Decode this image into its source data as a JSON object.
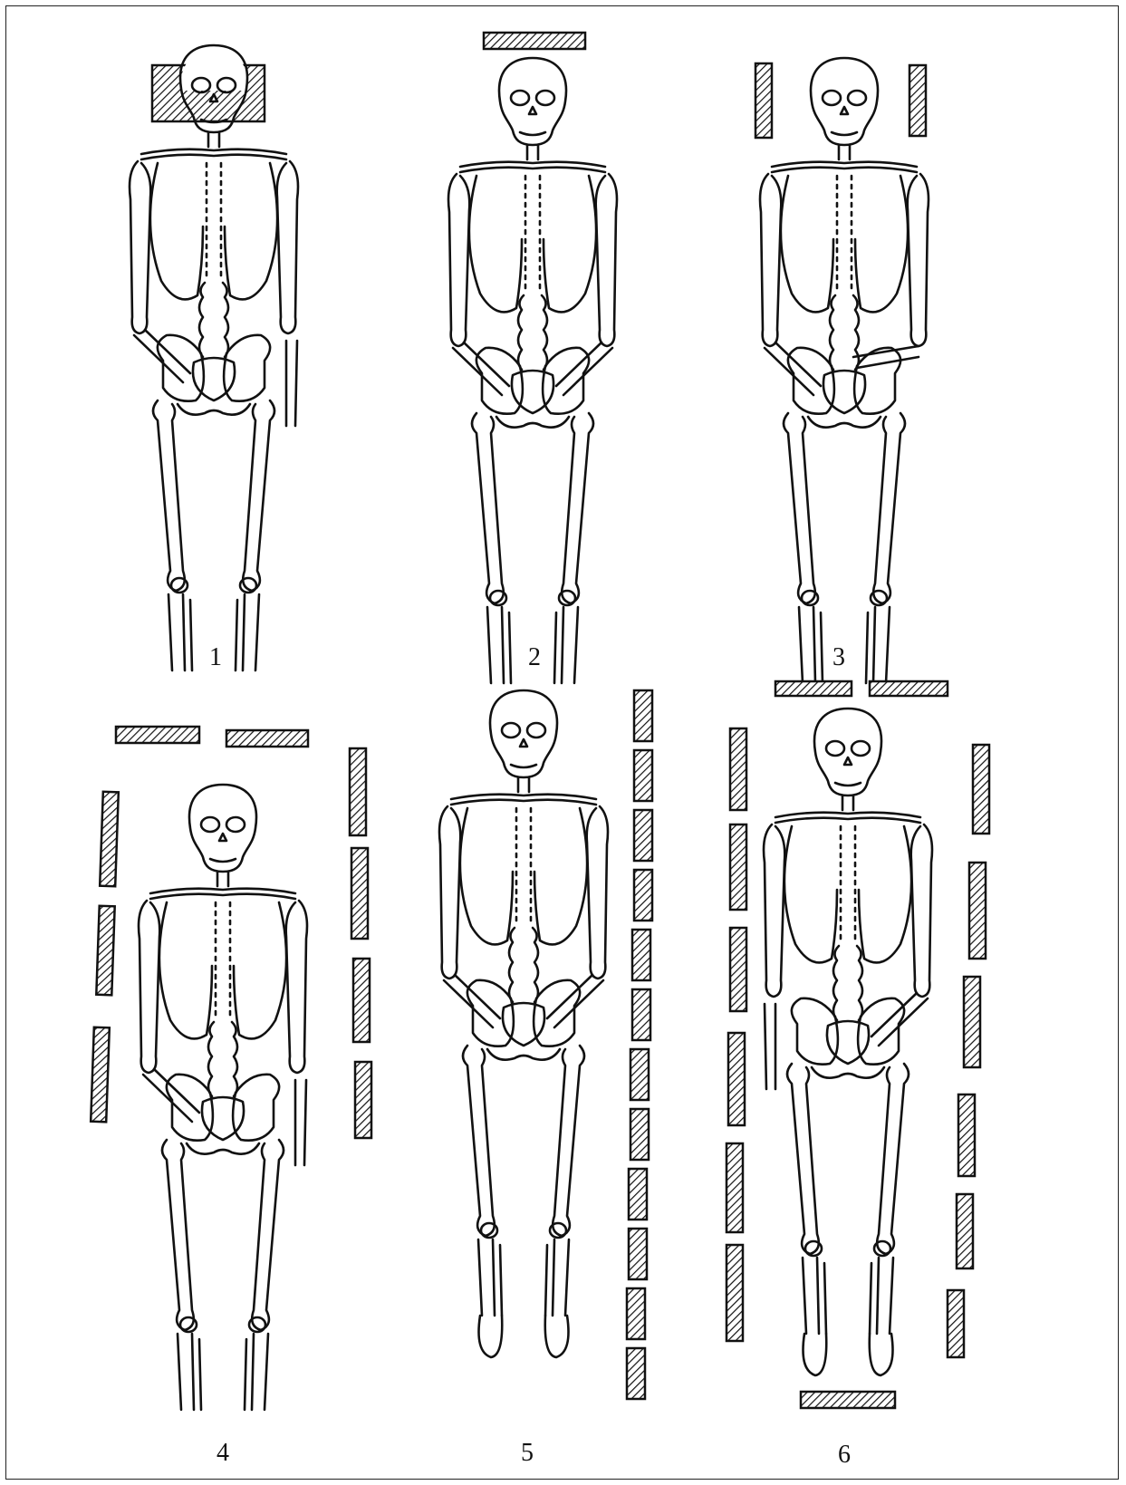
{
  "figures": [
    {
      "label": "1",
      "brick_layout": "head-enclosure"
    },
    {
      "label": "2",
      "brick_layout": "single-brick-above-head"
    },
    {
      "label": "3",
      "brick_layout": "two-bricks-beside-head"
    },
    {
      "label": "4",
      "brick_layout": "two-above-head-and-side-rows"
    },
    {
      "label": "5",
      "brick_layout": "single-column-right"
    },
    {
      "label": "6",
      "brick_layout": "full-enclosure"
    }
  ],
  "colors": {
    "line": "#111111",
    "paper": "#ffffff",
    "frame": "#222222"
  },
  "icons": {
    "skeleton": "skeleton-figure",
    "brick": "hatched-brick"
  }
}
